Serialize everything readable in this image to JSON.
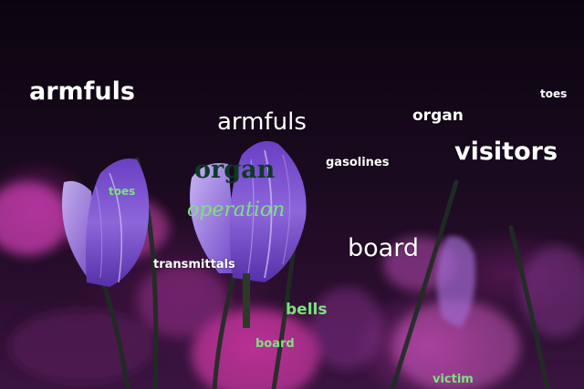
{
  "photo": {
    "subject": "purple-crocus-flowers",
    "colors": {
      "background": "#0d0610",
      "petal": "#7a4fd0",
      "petal_light": "#c7b4f4",
      "blur_pink": "#c83cb4",
      "leaf": "#1c2a1c"
    }
  },
  "words": [
    {
      "id": "armfuls-1",
      "text": "armfuls",
      "color": "#ffffff"
    },
    {
      "id": "toes-1",
      "text": "toes",
      "color": "#ffffff"
    },
    {
      "id": "organ-1",
      "text": "organ",
      "color": "#ffffff"
    },
    {
      "id": "armfuls-2",
      "text": "armfuls",
      "color": "#ffffff"
    },
    {
      "id": "visitors",
      "text": "visitors",
      "color": "#ffffff"
    },
    {
      "id": "gasolines",
      "text": "gasolines",
      "color": "#ffffff"
    },
    {
      "id": "organ-2",
      "text": "organ",
      "color": "#0e3a26"
    },
    {
      "id": "toes-2",
      "text": "toes",
      "color": "#7be37b"
    },
    {
      "id": "operation",
      "text": "operation",
      "color": "#7be37b"
    },
    {
      "id": "board-1",
      "text": "board",
      "color": "#ffffff"
    },
    {
      "id": "transmittals",
      "text": "transmittals",
      "color": "#ffffff"
    },
    {
      "id": "bells",
      "text": "bells",
      "color": "#7be37b"
    },
    {
      "id": "board-2",
      "text": "board",
      "color": "#7be37b"
    },
    {
      "id": "victim",
      "text": "victim",
      "color": "#7be37b"
    }
  ]
}
